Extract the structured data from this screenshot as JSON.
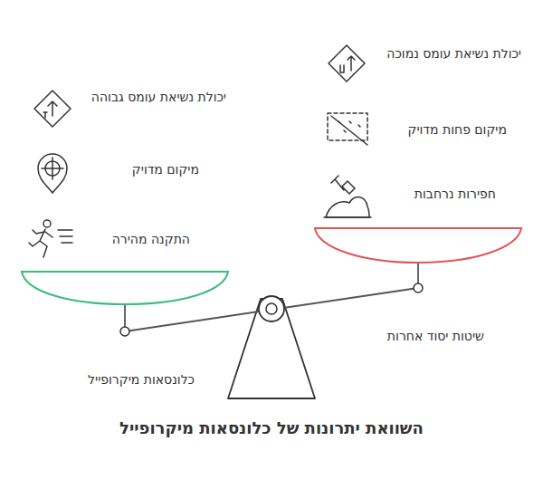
{
  "diagram": {
    "title": "השוואת יתרונות של כלונסאות מיקרופייל",
    "labels": [
      "יכולת נשיאת עומס נמוכה",
      "יכולת נשיאת עומס גבוהה",
      "מיקום פחות מדויק",
      "מיקום מדויק",
      "חפירות נרחבות",
      "התקנה מהירה",
      "שיטות יסוד אחרות",
      "כלונסאות מיקרופייל"
    ]
  }
}
